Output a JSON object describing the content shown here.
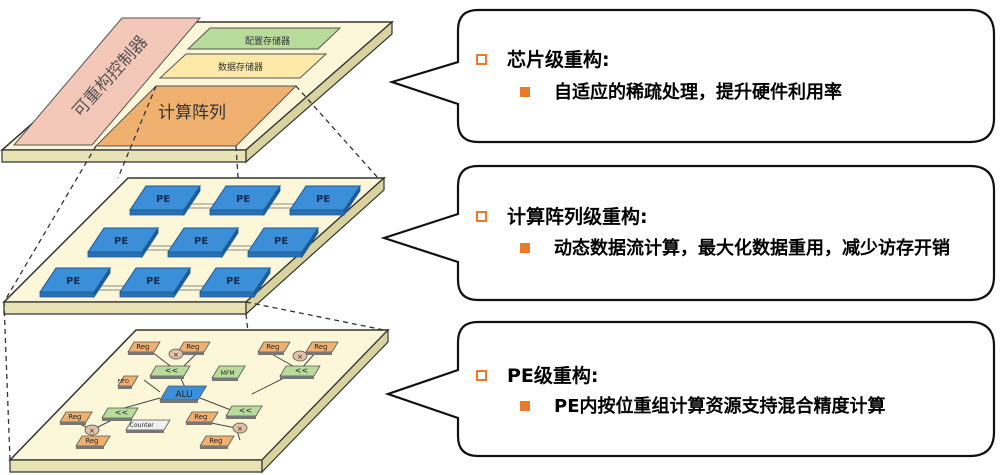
{
  "layer_top": {
    "controller": "可重构控制器",
    "config_memory": "配置存储器",
    "data_memory": "数据存储器",
    "compute_array": "计算阵列"
  },
  "layer_mid": {
    "pe_label": "PE"
  },
  "layer_bottom": {
    "reg": "Reg",
    "mul": "×",
    "shift": "<<",
    "alu": "ALU",
    "mfm": "MFM",
    "fifo": "FIFO",
    "counter": "Counter"
  },
  "callouts": [
    {
      "heading": "芯片级重构:",
      "body": "自适应的稀疏处理，提升硬件利用率"
    },
    {
      "heading": "计算阵列级重构:",
      "body": "动态数据流计算，最大化数据重用，减少访存开销"
    },
    {
      "heading": "PE级重构:",
      "body": "PE内按位重组计算资源支持混合精度计算"
    }
  ],
  "colors": {
    "board": "#fbf7d8",
    "pe_blue": "#3a8fd8",
    "orange": "#f0b070",
    "pink": "#f3c8b8",
    "green": "#b8dc9c",
    "bullet": "#e87a2a"
  }
}
